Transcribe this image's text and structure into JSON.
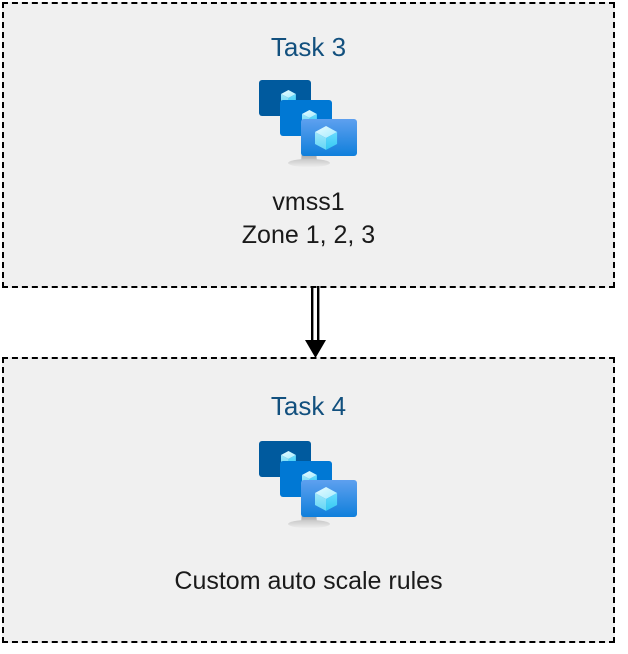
{
  "diagram": {
    "title": "Azure virtual machine scale set task flow",
    "background_color": "#ffffff",
    "box_fill_color": "#f0f0f0",
    "box_border_color": "#000000",
    "title_color": "#12507e",
    "caption_color": "#1a1a1a",
    "connector_color": "#000000"
  },
  "boxes": [
    {
      "id": "task-3",
      "title": "Task 3",
      "icon": "vmss-stacked-monitors-icon",
      "icon_label": "Virtual machine scale set",
      "captions": [
        "vmss1",
        "Zone 1, 2, 3"
      ]
    },
    {
      "id": "task-4",
      "title": "Task 4",
      "icon": "vmss-stacked-monitors-icon",
      "icon_label": "Virtual machine scale set",
      "captions": [
        "Custom auto scale rules"
      ]
    }
  ],
  "connector": {
    "name": "down-arrow-connector",
    "style": "double-line-with-solid-arrowhead",
    "from": "task-3",
    "to": "task-4",
    "direction": "down"
  },
  "icon_colors": {
    "monitor_back": "#005a9e",
    "monitor_middle": "#0078d4",
    "monitor_front_top": "#5ea0ef",
    "monitor_front_bottom": "#0f7fdb",
    "cube_light": "#c3f1ff",
    "cube_mid": "#9cebff",
    "cube_dark": "#50e6ff",
    "stand_top": "#949494",
    "stand_bottom": "#dcdcdc"
  }
}
